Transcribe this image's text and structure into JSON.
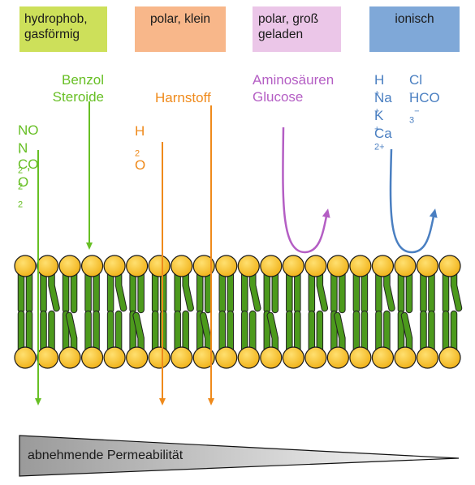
{
  "headers": [
    {
      "lines": [
        "hydrophob,",
        "gasförmig"
      ],
      "color": "#cde05a"
    },
    {
      "lines": [
        "polar, klein"
      ],
      "color": "#f8b78a"
    },
    {
      "lines": [
        "polar, groß",
        "geladen"
      ],
      "color": "#ebc6e8"
    },
    {
      "lines": [
        "ionisch"
      ],
      "color": "#7fa8d8"
    }
  ],
  "molecules": {
    "benzol": "Benzol",
    "steroide": "Steroide",
    "no": "NO",
    "co2": "CO",
    "co2_sub": "2",
    "n2": "N",
    "n2_sub": "2",
    "o2": "O",
    "o2_sub": "2",
    "harnstoff": "Harnstoff",
    "h2o_h": "H",
    "h2o_sub": "2",
    "h2o_o": "O",
    "aminosaeuren": "Aminosäuren",
    "glucose": "Glucose",
    "h_ion": "H",
    "cl_ion": "Cl",
    "na_ion": "Na",
    "hco3_ion": "HCO",
    "hco3_sub": "3",
    "k_ion": "K",
    "ca_ion": "Ca",
    "ca_charge": "2+",
    "plus": "+",
    "minus": "−"
  },
  "gradient_label": "abnehmende Permeabilität",
  "colors": {
    "hydrophobic": "#67bf24",
    "polar_small": "#ef8a1b",
    "polar_large": "#b45ec4",
    "ionic": "#4a7fc1",
    "lipid_head": "#f5bd1f",
    "lipid_tail": "#4c9a1c"
  },
  "membrane": {
    "lipids_per_row": 20
  }
}
